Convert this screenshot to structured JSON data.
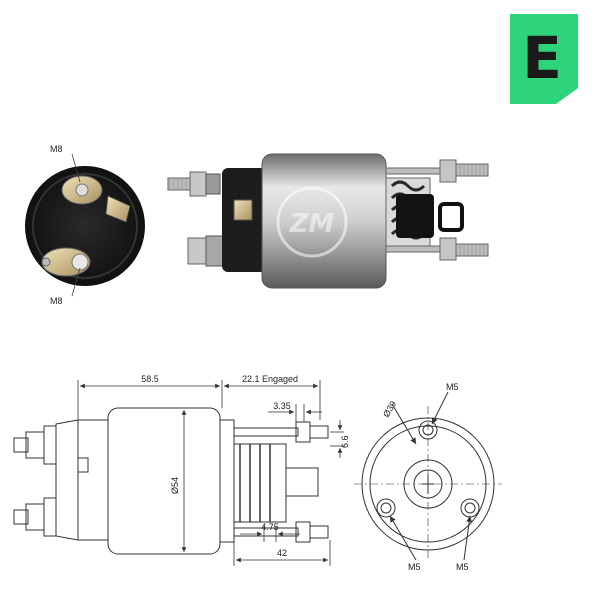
{
  "brand": {
    "letter": "E",
    "badge_color": "#2ed47a",
    "letter_color": "#1a1a1a"
  },
  "watermark": {
    "text": "ZM"
  },
  "photo_labels": {
    "top_thread": "M8",
    "bottom_thread": "M8"
  },
  "drawing": {
    "dimensions": {
      "overall_length": "58.5",
      "engaged_travel": "22.1 Engaged",
      "gap": "3.35",
      "height_offset": "6.6",
      "body_diameter": "Ø54",
      "plunger_step": "4.75",
      "plunger_length": "42",
      "flange_diameter": "Ø39"
    },
    "threads": {
      "top": "M5",
      "bottom_left": "M5",
      "bottom_right": "M5"
    }
  }
}
